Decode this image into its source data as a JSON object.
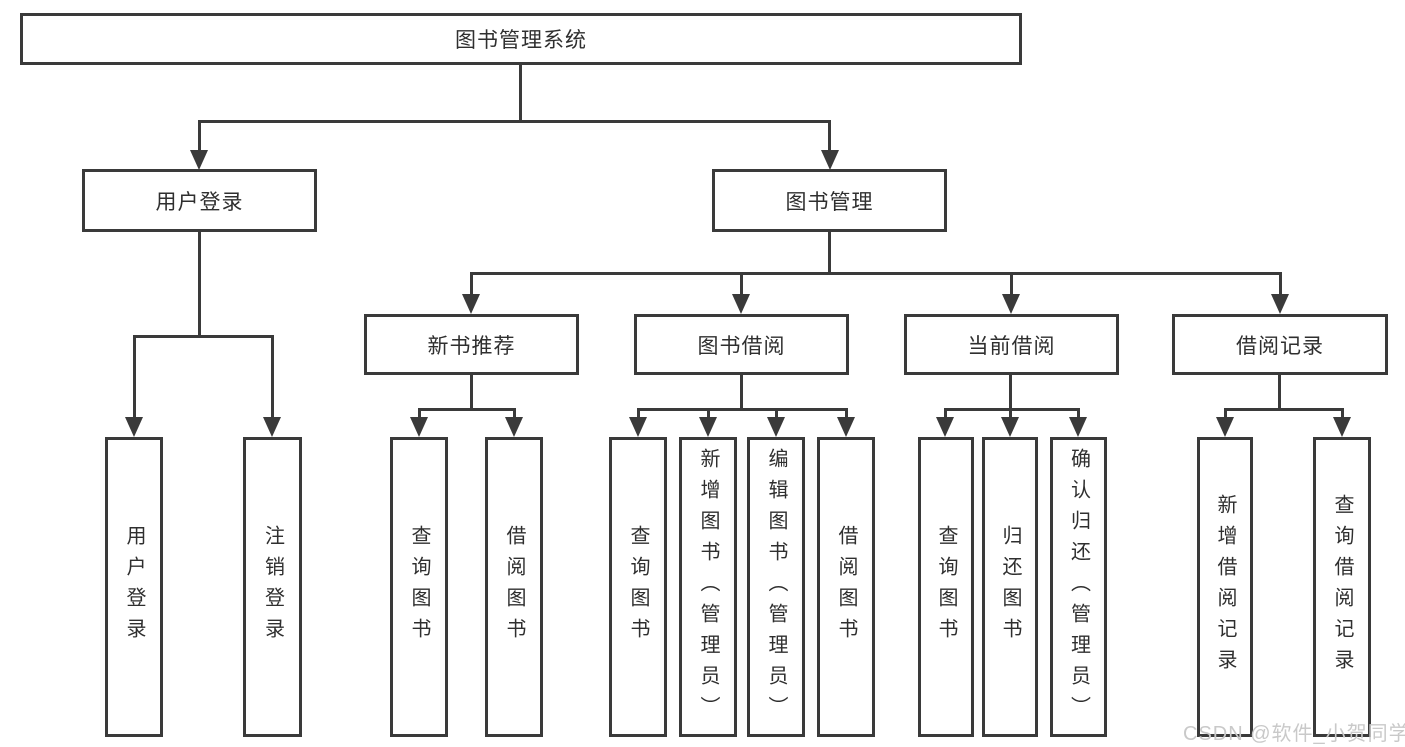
{
  "colors": {
    "background": "#ffffff",
    "box_border": "#3a3a3a",
    "connector_line": "#3a3a3a",
    "text": "#2f2f2f",
    "watermark_text": "#c9c9c9"
  },
  "watermark": "CSDN @软件_小贺同学",
  "diagram": {
    "root": {
      "label": "图书管理系统"
    },
    "branches": [
      {
        "label": "用户登录",
        "children": [
          {
            "label": "用户登录"
          },
          {
            "label": "注销登录"
          }
        ]
      },
      {
        "label": "图书管理",
        "children": [
          {
            "label": "新书推荐",
            "children": [
              {
                "label": "查询图书"
              },
              {
                "label": "借阅图书"
              }
            ]
          },
          {
            "label": "图书借阅",
            "children": [
              {
                "label": "查询图书"
              },
              {
                "label": "新增图书（管理员）"
              },
              {
                "label": "编辑图书（管理员）"
              },
              {
                "label": "借阅图书"
              }
            ]
          },
          {
            "label": "当前借阅",
            "children": [
              {
                "label": "查询图书"
              },
              {
                "label": "归还图书"
              },
              {
                "label": "确认归还（管理员）"
              }
            ]
          },
          {
            "label": "借阅记录",
            "children": [
              {
                "label": "新增借阅记录"
              },
              {
                "label": "查询借阅记录"
              }
            ]
          }
        ]
      }
    ]
  }
}
